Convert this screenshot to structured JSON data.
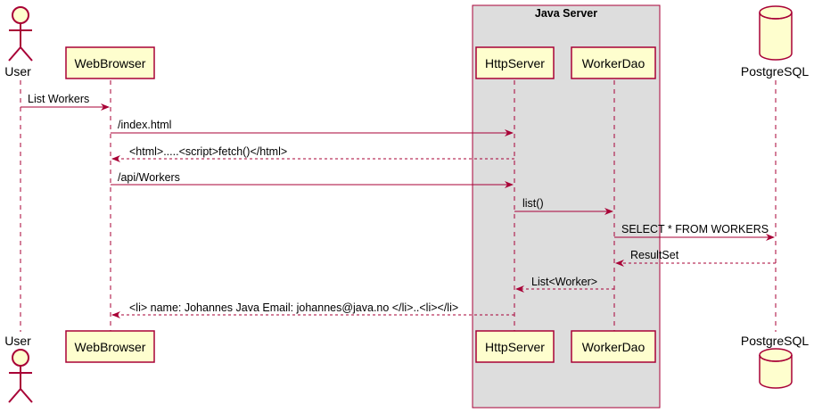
{
  "group": {
    "title": "Java Server"
  },
  "participants": {
    "user": "User",
    "browser": "WebBrowser",
    "http": "HttpServer",
    "dao": "WorkerDao",
    "db": "PostgreSQL"
  },
  "messages": [
    {
      "label": "List Workers"
    },
    {
      "label": "/index.html"
    },
    {
      "label": "<html>.....<script>fetch()</html>"
    },
    {
      "label": "/api/Workers"
    },
    {
      "label": "list()"
    },
    {
      "label": "SELECT * FROM WORKERS"
    },
    {
      "label": "ResultSet"
    },
    {
      "label": "List<Worker>"
    },
    {
      "label": "<li> name: Johannes Java Email: johannes@java.no </li>..<li></li>"
    }
  ],
  "colors": {
    "participant_fill": "#FEFECE",
    "border": "#A80036",
    "group_fill": "#DDDDDD"
  }
}
